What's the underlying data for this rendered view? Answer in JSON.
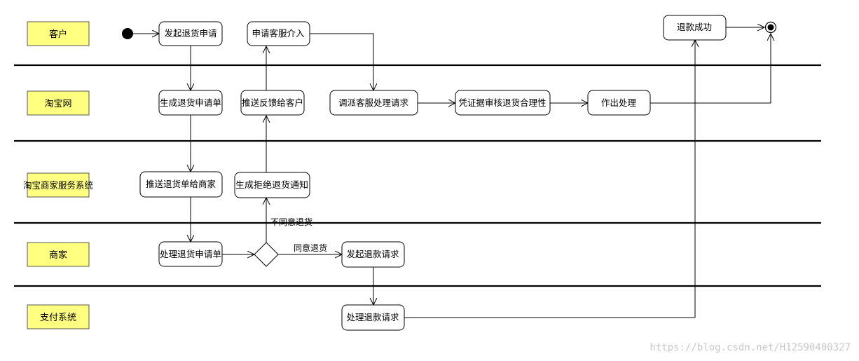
{
  "lanes": [
    "客户",
    "淘宝网",
    "淘宝商家服务系统",
    "商家",
    "支付系统"
  ],
  "activities": {
    "start_return": "发起退货申请",
    "request_cs": "申请客服介入",
    "refund_success": "退款成功",
    "gen_return_request": "生成退货申请单",
    "push_feedback": "推送反馈给客户",
    "assign_cs": "调派客服处理请求",
    "review_evidence": "凭证据审核退货合理性",
    "make_decision": "作出处理",
    "push_to_merchant": "推送退货单给商家",
    "gen_reject_notice": "生成拒绝退货通知",
    "process_return": "处理退货申请单",
    "start_refund": "发起退款请求",
    "process_refund": "处理退款请求"
  },
  "guards": {
    "disagree": "不同意退货",
    "agree": "同意退货"
  },
  "watermark": "https://blog.csdn.net/H12590400327"
}
